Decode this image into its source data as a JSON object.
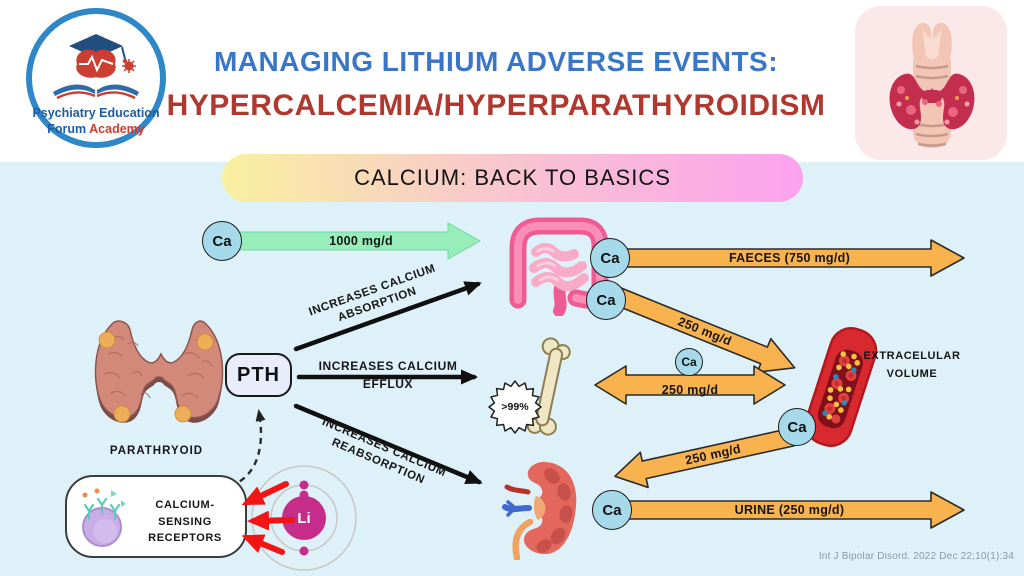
{
  "header": {
    "logo": {
      "line1": "Psychiatry Education",
      "line2_part1": "Forum",
      "line2_part2": "Academy"
    },
    "title_line1": "MANAGING LITHIUM ADVERSE EVENTS:",
    "title_line2": "HYPERCALCEMIA/HYPERPARATHYROIDISM"
  },
  "banner": {
    "label": "CALCIUM: BACK TO BASICS"
  },
  "diagram": {
    "ca_symbol": "Ca",
    "intake_label": "1000 mg/d",
    "pth_label": "PTH",
    "parathyroid_label": "PARATHRYOID",
    "absorption_line1": "INCREASES CALCIUM",
    "absorption_line2": "ABSORPTION",
    "efflux_line1": "INCREASES CALCIUM",
    "efflux_line2": "EFFLUX",
    "reabsorption_line1": "INCREASES CALCIUM",
    "reabsorption_line2": "REABSORPTION",
    "faeces_label": "FAECES (750 mg/d)",
    "absorbed_label": "250 mg/d",
    "bone_exchange_label": "250 mg/d",
    "bone_percent": ">99%",
    "extracellular_line1": "EXTRACELULAR",
    "extracellular_line2": "VOLUME",
    "filtered_label": "250 mg/d",
    "urine_label": "URINE (250 mg/d)",
    "casr_line1": "CALCIUM-SENSING",
    "casr_line2": "RECEPTORS",
    "lithium_symbol": "Li"
  },
  "citation": "Int J Bipolar Disord. 2022 Dec 22;10(1):34",
  "colors": {
    "title_blue": "#3a76c8",
    "title_red": "#b0382e",
    "panel_blue": "#def0f8",
    "orange_arrow": "#f8b24e",
    "green_arrow": "#97eeba",
    "ca_fill": "#a6daea",
    "lithium_magenta": "#c62d8a",
    "alert_red": "#f31414"
  }
}
